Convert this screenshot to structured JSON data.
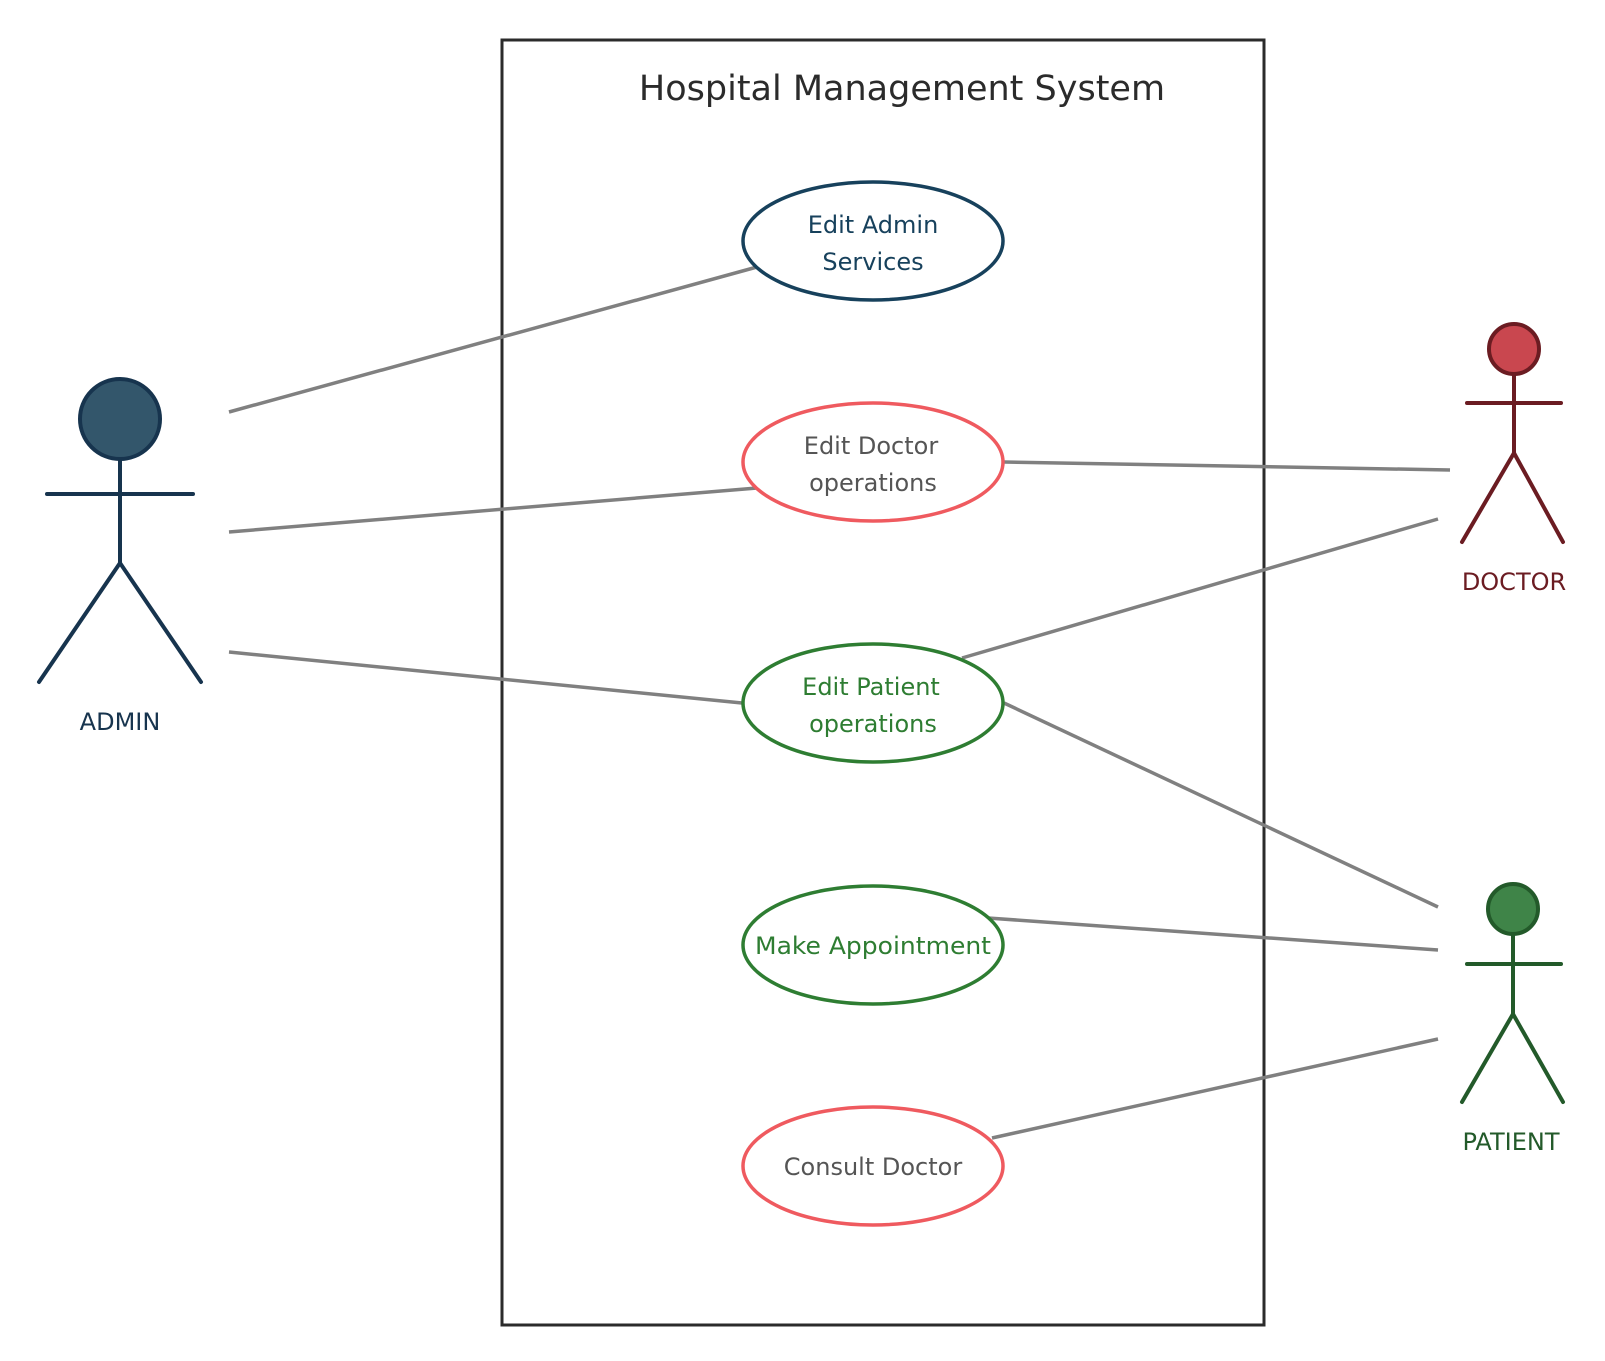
{
  "system": {
    "title": "Hospital Management System"
  },
  "actors": {
    "admin": {
      "label": "ADMIN",
      "color": "#17344e",
      "head_fill": "#33566b"
    },
    "doctor": {
      "label": "DOCTOR",
      "color": "#6b1c22",
      "head_fill": "#c9474f"
    },
    "patient": {
      "label": "PATIENT",
      "color": "#235a2a",
      "head_fill": "#3f8448"
    }
  },
  "use_cases": {
    "edit_admin": {
      "line1": "Edit Admin",
      "line2": "Services",
      "stroke": "#17415c",
      "text_color": "#17415c"
    },
    "edit_doctor": {
      "line1": "Edit Doctor",
      "line2": "operations",
      "stroke": "#ef5a5f",
      "text_color": "#555555"
    },
    "edit_patient": {
      "line1": "Edit Patient",
      "line2": "operations",
      "stroke": "#2e7d32",
      "text_color": "#2e7d32"
    },
    "make_appointment": {
      "label": "Make Appointment",
      "stroke": "#2e7d32",
      "text_color": "#2e7d32"
    },
    "consult_doctor": {
      "label": "Consult Doctor",
      "stroke": "#ef5a5f",
      "text_color": "#555555"
    }
  },
  "colors": {
    "association": "#808080",
    "boundary": "#2b2b2b"
  }
}
